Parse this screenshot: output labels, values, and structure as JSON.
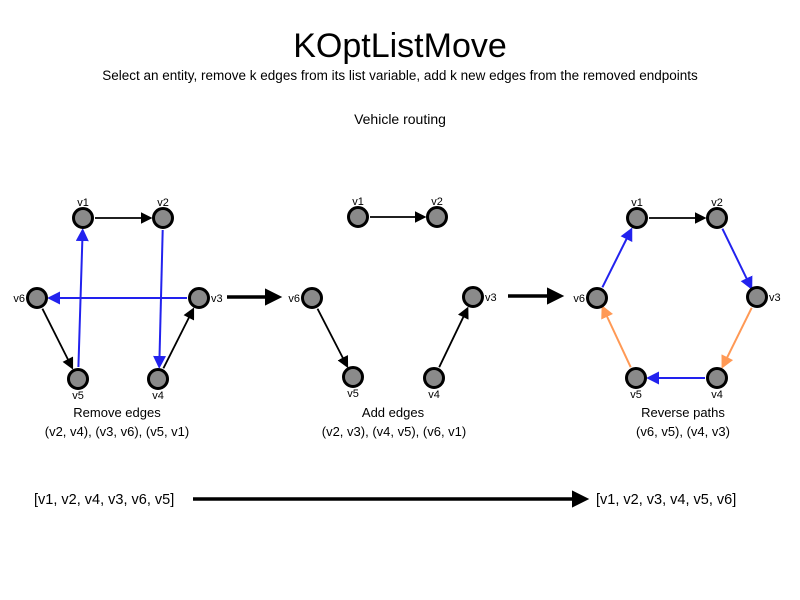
{
  "header": {
    "title": "KOptListMove",
    "subtitle": "Select an entity, remove k edges from its list variable, add k new edges from the removed endpoints",
    "section_label": "Vehicle routing"
  },
  "colors": {
    "node_fill": "#8a8a8a",
    "node_border": "#000000",
    "edge_default": "#000000",
    "edge_blue": "#2222ee",
    "edge_orange": "#ff9955"
  },
  "graphs": [
    {
      "caption": "Remove edges",
      "edge_list": "(v2, v4), (v3, v6), (v5, v1)",
      "nodes": [
        {
          "label": "v1"
        },
        {
          "label": "v2"
        },
        {
          "label": "v3"
        },
        {
          "label": "v4"
        },
        {
          "label": "v5"
        },
        {
          "label": "v6"
        }
      ],
      "edges": [
        {
          "from": "v1",
          "to": "v2",
          "style": "default"
        },
        {
          "from": "v6",
          "to": "v5",
          "style": "default"
        },
        {
          "from": "v4",
          "to": "v3",
          "style": "default"
        },
        {
          "from": "v5",
          "to": "v1",
          "style": "removed-blue"
        },
        {
          "from": "v2",
          "to": "v4",
          "style": "removed-blue"
        },
        {
          "from": "v3",
          "to": "v6",
          "style": "removed-blue"
        }
      ]
    },
    {
      "caption": "Add edges",
      "edge_list": "(v2, v3), (v4, v5), (v6, v1)",
      "nodes": [
        {
          "label": "v1"
        },
        {
          "label": "v2"
        },
        {
          "label": "v3"
        },
        {
          "label": "v4"
        },
        {
          "label": "v5"
        },
        {
          "label": "v6"
        }
      ],
      "edges": [
        {
          "from": "v1",
          "to": "v2",
          "style": "default"
        },
        {
          "from": "v6",
          "to": "v5",
          "style": "default"
        },
        {
          "from": "v4",
          "to": "v3",
          "style": "default"
        }
      ]
    },
    {
      "caption": "Reverse paths",
      "edge_list": "(v6, v5), (v4, v3)",
      "nodes": [
        {
          "label": "v1"
        },
        {
          "label": "v2"
        },
        {
          "label": "v3"
        },
        {
          "label": "v4"
        },
        {
          "label": "v5"
        },
        {
          "label": "v6"
        }
      ],
      "edges": [
        {
          "from": "v1",
          "to": "v2",
          "style": "default"
        },
        {
          "from": "v6",
          "to": "v1",
          "style": "new-blue"
        },
        {
          "from": "v2",
          "to": "v3",
          "style": "new-blue"
        },
        {
          "from": "v4",
          "to": "v5",
          "style": "new-blue"
        },
        {
          "from": "v3",
          "to": "v4",
          "style": "reversed-orange"
        },
        {
          "from": "v5",
          "to": "v6",
          "style": "reversed-orange"
        }
      ]
    }
  ],
  "footer": {
    "before_list": "[v1, v2, v4, v3, v6, v5]",
    "after_list": "[v1, v2, v3, v4, v5, v6]"
  }
}
